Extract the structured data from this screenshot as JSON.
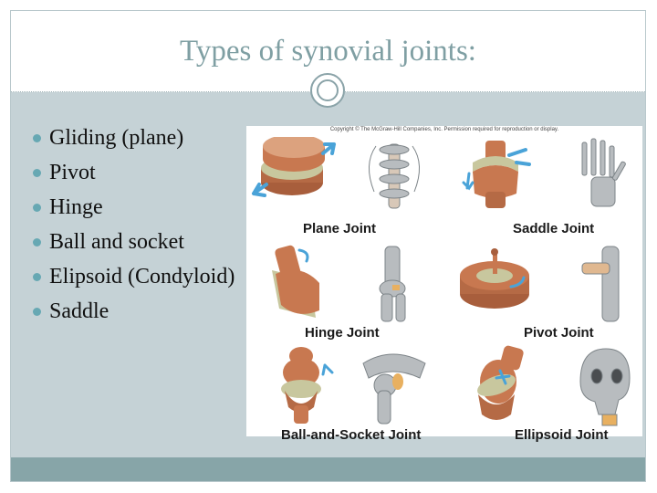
{
  "slide": {
    "title": "Types of synovial joints:",
    "bullets": [
      "Gliding (plane)",
      "Pivot",
      "Hinge",
      "Ball and socket",
      "Elipsoid (Condyloid)",
      "Saddle"
    ]
  },
  "figure": {
    "copyright": "Copyright © The McGraw-Hill Companies, Inc. Permission required for reproduction or display.",
    "labels": {
      "plane": "Plane Joint",
      "saddle": "Saddle Joint",
      "hinge": "Hinge Joint",
      "pivot": "Pivot Joint",
      "ball": "Ball-and-Socket Joint",
      "ellipsoid": "Ellipsoid Joint"
    }
  },
  "colors": {
    "title": "#7f9fa3",
    "content_bg": "#c5d2d6",
    "footer": "#87a5a8",
    "bullet": "#67a8b3",
    "joint": "#c87850",
    "cartilage": "#c8c79e",
    "bone": "#b8bcbf",
    "arrow": "#4aa3d8"
  }
}
